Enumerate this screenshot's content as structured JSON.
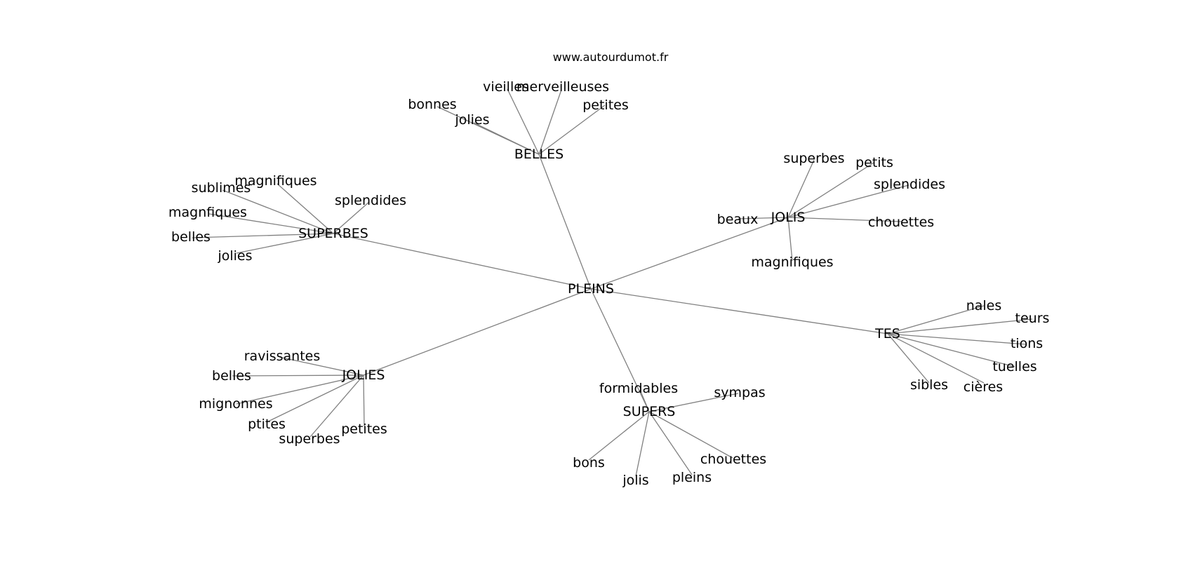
{
  "site": "www.autourdumot.fr",
  "colors": {
    "edge": "#808080",
    "text": "#000000",
    "background": "#ffffff"
  },
  "graph": {
    "center": "PLEINS",
    "hubs": [
      {
        "label": "BELLES",
        "leaves": [
          "bonnes",
          "jolies",
          "vieilles",
          "merveilleuses",
          "petites"
        ]
      },
      {
        "label": "SUPERBES",
        "leaves": [
          "sublimes",
          "magnifiques",
          "splendides",
          "magnfiques",
          "belles",
          "jolies"
        ]
      },
      {
        "label": "JOLIS",
        "leaves": [
          "superbes",
          "petits",
          "splendides",
          "beaux",
          "chouettes",
          "magnifiques"
        ]
      },
      {
        "label": "TES",
        "leaves": [
          "nales",
          "teurs",
          "tions",
          "tuelles",
          "sibles",
          "cières"
        ]
      },
      {
        "label": "JOLIES",
        "leaves": [
          "ravissantes",
          "belles",
          "mignonnes",
          "ptites",
          "superbes",
          "petites"
        ]
      },
      {
        "label": "SUPERS",
        "leaves": [
          "formidables",
          "sympas",
          "bons",
          "jolis",
          "pleins",
          "chouettes"
        ]
      }
    ]
  }
}
